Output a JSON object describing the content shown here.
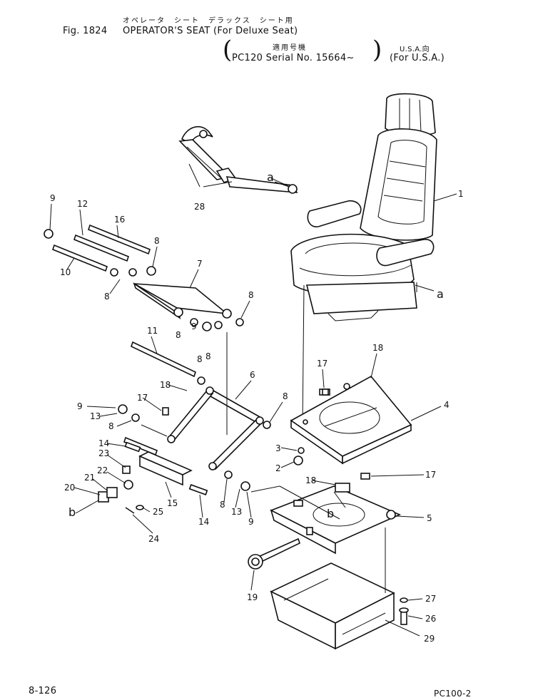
{
  "header": {
    "jp_title": "オペレータ　シート　デラックス　シート用",
    "fig_label": "Fig. 1824",
    "title": "OPERATOR'S SEAT (For Deluxe Seat)",
    "jp_applicable": "適用号機",
    "serial": "PC120 Serial No. 15664~",
    "usa_jp": "U.S.A.向",
    "usa": "(For U.S.A.)"
  },
  "footer": {
    "page": "8-126",
    "code": "PC100-2"
  },
  "callouts": {
    "n1": "1",
    "n2": "2",
    "n3": "3",
    "n4": "4",
    "n5": "5",
    "n6": "6",
    "n7": "7",
    "n8a": "8",
    "n8b": "8",
    "n8c": "8",
    "n8d": "8",
    "n8e": "8",
    "n8f": "8",
    "n8g": "8",
    "n8h": "8",
    "n8i": "8",
    "n9a": "9",
    "n9b": "9",
    "n9c": "9",
    "n9d": "9",
    "n10": "10",
    "n11": "11",
    "n12": "12",
    "n13a": "13",
    "n13b": "13",
    "n14a": "14",
    "n14b": "14",
    "n15": "15",
    "n16": "16",
    "n17a": "17",
    "n17b": "17",
    "n17c": "17",
    "n18a": "18",
    "n18b": "18",
    "n18c": "18",
    "n19": "19",
    "n20": "20",
    "n21": "21",
    "n22": "22",
    "n23": "23",
    "n24": "24",
    "n25": "25",
    "n26": "26",
    "n27": "27",
    "n28": "28",
    "n29": "29",
    "a1": "a",
    "a2": "a",
    "b1": "b",
    "b2": "b"
  }
}
